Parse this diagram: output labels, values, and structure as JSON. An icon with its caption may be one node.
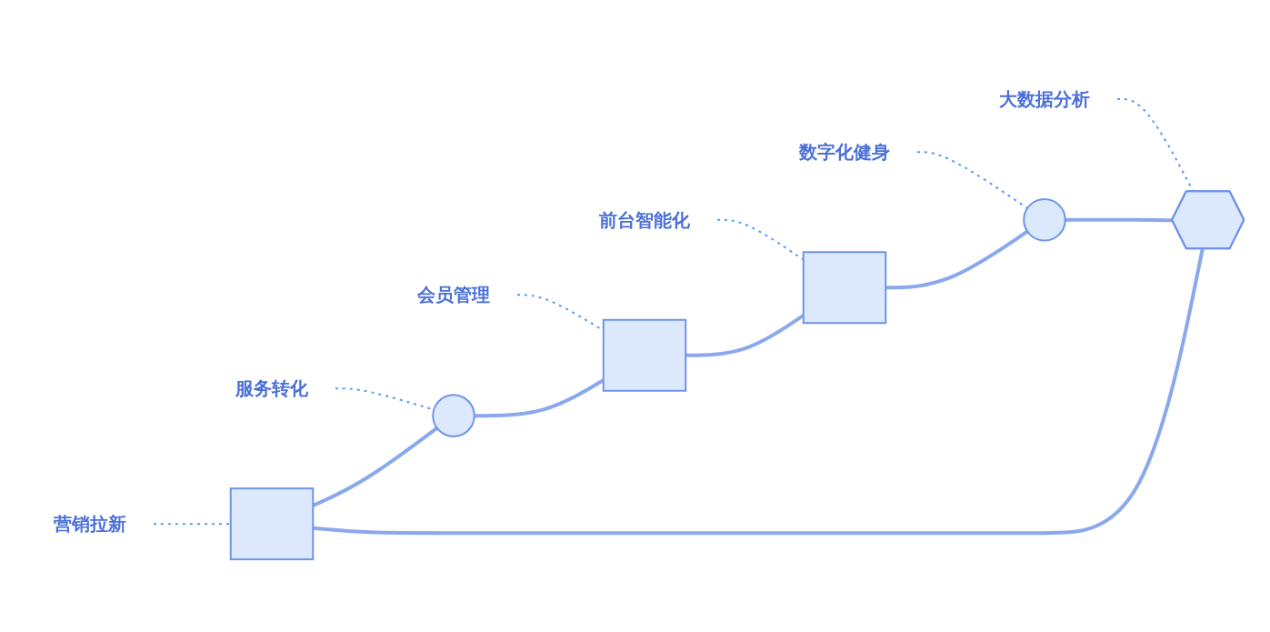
{
  "diagram": {
    "nodes": [
      {
        "text": [
          "营销拉新"
        ]
      },
      {
        "text": [
          "服务转化"
        ]
      },
      {
        "text": [],
        "shape": "box"
      },
      {
        "text": [],
        "shape": "circle"
      },
      {
        "text": [],
        "shape": "hexagon"
      },
      {
        "text": [
          "大数据分析"
        ]
      },
      {
        "text": [
          "会员管理"
        ]
      },
      {
        "text": [],
        "shape": "box"
      },
      {
        "text": [],
        "shape": "circle"
      },
      {
        "text": [],
        "shape": "box"
      },
      {
        "text": [
          "数字化健身"
        ]
      },
      {
        "text": [
          "前台智能化"
        ]
      }
    ],
    "edges": [
      {
        "from": 0,
        "to": 2,
        "arrow": "none",
        "style": "dashed"
      },
      {
        "from": 1,
        "to": 3,
        "arrow": "none",
        "style": "dashed"
      },
      {
        "from": 5,
        "to": 4,
        "arrow": "none",
        "style": "dashed"
      },
      {
        "from": 6,
        "to": 7,
        "arrow": "none",
        "style": "dashed"
      },
      {
        "from": 10,
        "to": 8,
        "arrow": "none",
        "style": "dashed"
      },
      {
        "from": 11,
        "to": 9,
        "arrow": "none",
        "style": "dashed"
      },
      {
        "from": 4,
        "to": 2,
        "arrow": "none"
      },
      {
        "from": 2,
        "to": 3,
        "arrow": "none"
      },
      {
        "from": 3,
        "to": 7,
        "arrow": "none"
      },
      {
        "from": 7,
        "to": 9,
        "arrow": "none"
      },
      {
        "from": 9,
        "to": 8,
        "arrow": "none"
      },
      {
        "from": 8,
        "to": 4,
        "arrow": "none"
      }
    ]
  }
}
